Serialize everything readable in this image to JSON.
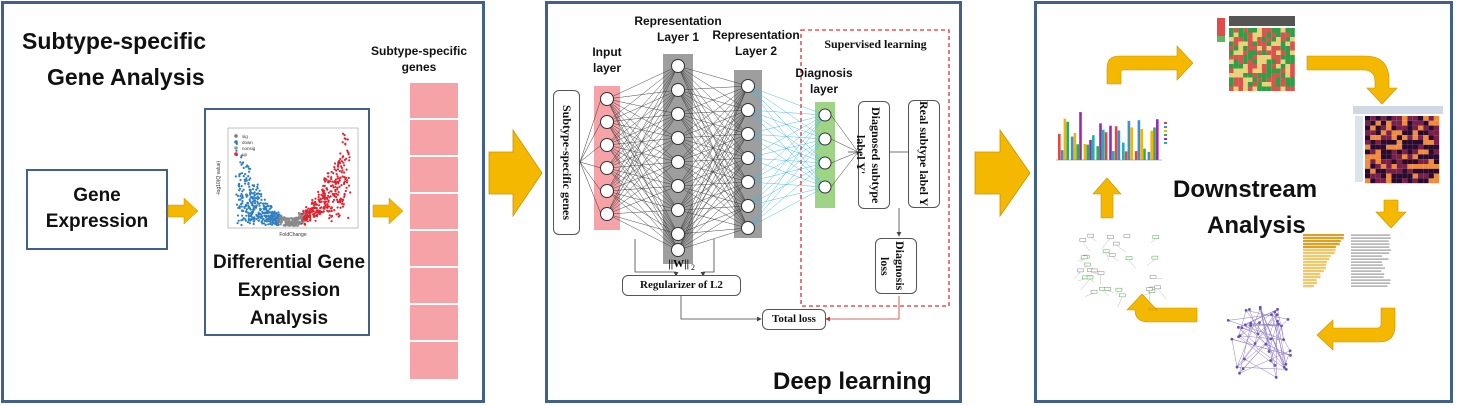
{
  "panel1": {
    "title_line1": "Subtype-specific",
    "title_line2": "Gene Analysis",
    "gene_expression_line1": "Gene",
    "gene_expression_line2": "Expression",
    "deg_line1": "Differential Gene",
    "deg_line2": "Expression",
    "deg_line3": "Analysis",
    "genes_header_line1": "Subtype-specific",
    "genes_header_line2": "genes",
    "volcano": {
      "xlabel": "FoldChange",
      "ylabel": "-log10(Q value)",
      "legend": [
        "sig",
        "down",
        "nonsig",
        "up"
      ]
    }
  },
  "panel2": {
    "input_layer_line1": "Input",
    "input_layer_line2": "layer",
    "rep1_line1": "Representation",
    "rep1_line2": "Layer 1",
    "rep2_line1": "Representation",
    "rep2_line2": "Layer 2",
    "supervised": "Supervised learning",
    "diagnosis_layer_line1": "Diagnosis",
    "diagnosis_layer_line2": "layer",
    "input_box": "Subtype-specific genes",
    "diagnosed_label": "Diagnosed subtype label Y'",
    "real_label": "Real subtype label  Y",
    "diagnosis_loss": "Diagnosis loss",
    "weight_norm": "||W||",
    "weight_norm_sub": "2",
    "regularizer": "Regularizer of L2",
    "total_loss": "Total loss",
    "footer": "Deep learning"
  },
  "panel3": {
    "title_line1": "Downstream",
    "title_line2": "Analysis"
  },
  "colors": {
    "panel_border": "#41618a",
    "arrow": "#f5b800",
    "input_layer": "#f6a3a8",
    "hidden_layer": "#9e9e9e",
    "diagnosis_layer": "#9ed486",
    "blue_edges": "#3fb5e8",
    "supervised_border": "#e03030"
  }
}
